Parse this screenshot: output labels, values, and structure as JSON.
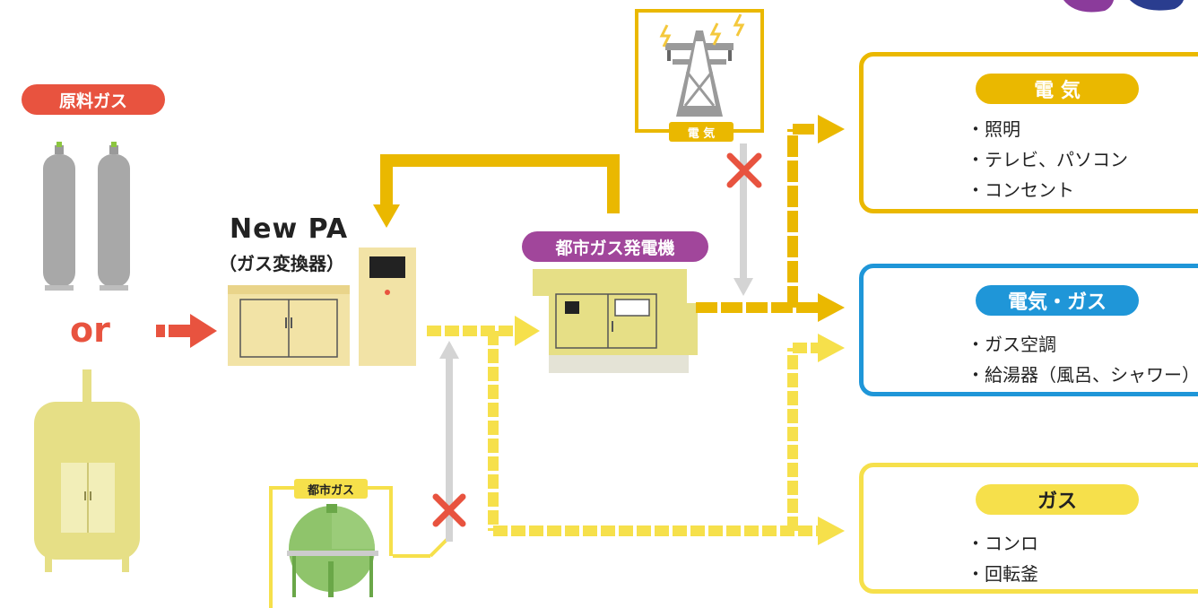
{
  "raw_gas": {
    "label": "原料ガス",
    "or_label": "or"
  },
  "new_pa": {
    "title": "New PA",
    "subtitle": "（ガス変換器）"
  },
  "generator": {
    "label": "都市ガス発電機"
  },
  "pylon": {
    "label": "電 気"
  },
  "city_gas_tank": {
    "label": "都市ガス"
  },
  "outputs": {
    "electricity": {
      "title": "電 気",
      "items": [
        "・照明",
        "・テレビ、パソコン",
        "・コンセント"
      ]
    },
    "electricity_gas": {
      "title": "電気・ガス",
      "items": [
        "・ガス空調",
        "・給湯器（風呂、シャワー）"
      ]
    },
    "gas": {
      "title": "ガス",
      "items": [
        "・コンロ",
        "・回転釜"
      ]
    }
  },
  "colors": {
    "red": "#e8533f",
    "gold": "#eab800",
    "yellow": "#f6e04b",
    "blue": "#1f96d8",
    "purple": "#a1469b",
    "machine": "#e6df86",
    "pa_box": "#f2e3a6",
    "cylinder": "#a9a9a9",
    "gray_arrow": "#d4d4d4"
  }
}
